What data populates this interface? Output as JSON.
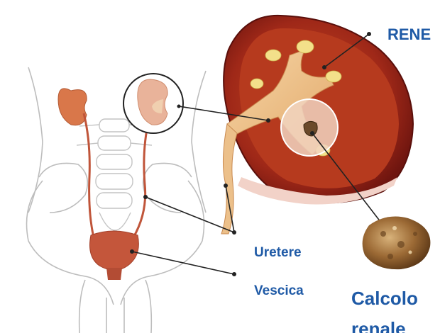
{
  "labels": {
    "kidney": "RENE",
    "ureter": "Uretere",
    "bladder": "Vescica",
    "stone_line1": "Calcolo",
    "stone_line2": "renale"
  },
  "colors": {
    "label_text": "#1f5aa6",
    "kidney_outer": "#8e1a14",
    "kidney_inner": "#c44a20",
    "pelvis": "#f0c28a",
    "stone": "#9a6a32",
    "skeleton_outline": "#bdbdbd",
    "organ_small": "#d9774a"
  },
  "icons": {
    "figure": "urinary-system-illustration",
    "stone_photo": "kidney-stone-photo"
  }
}
